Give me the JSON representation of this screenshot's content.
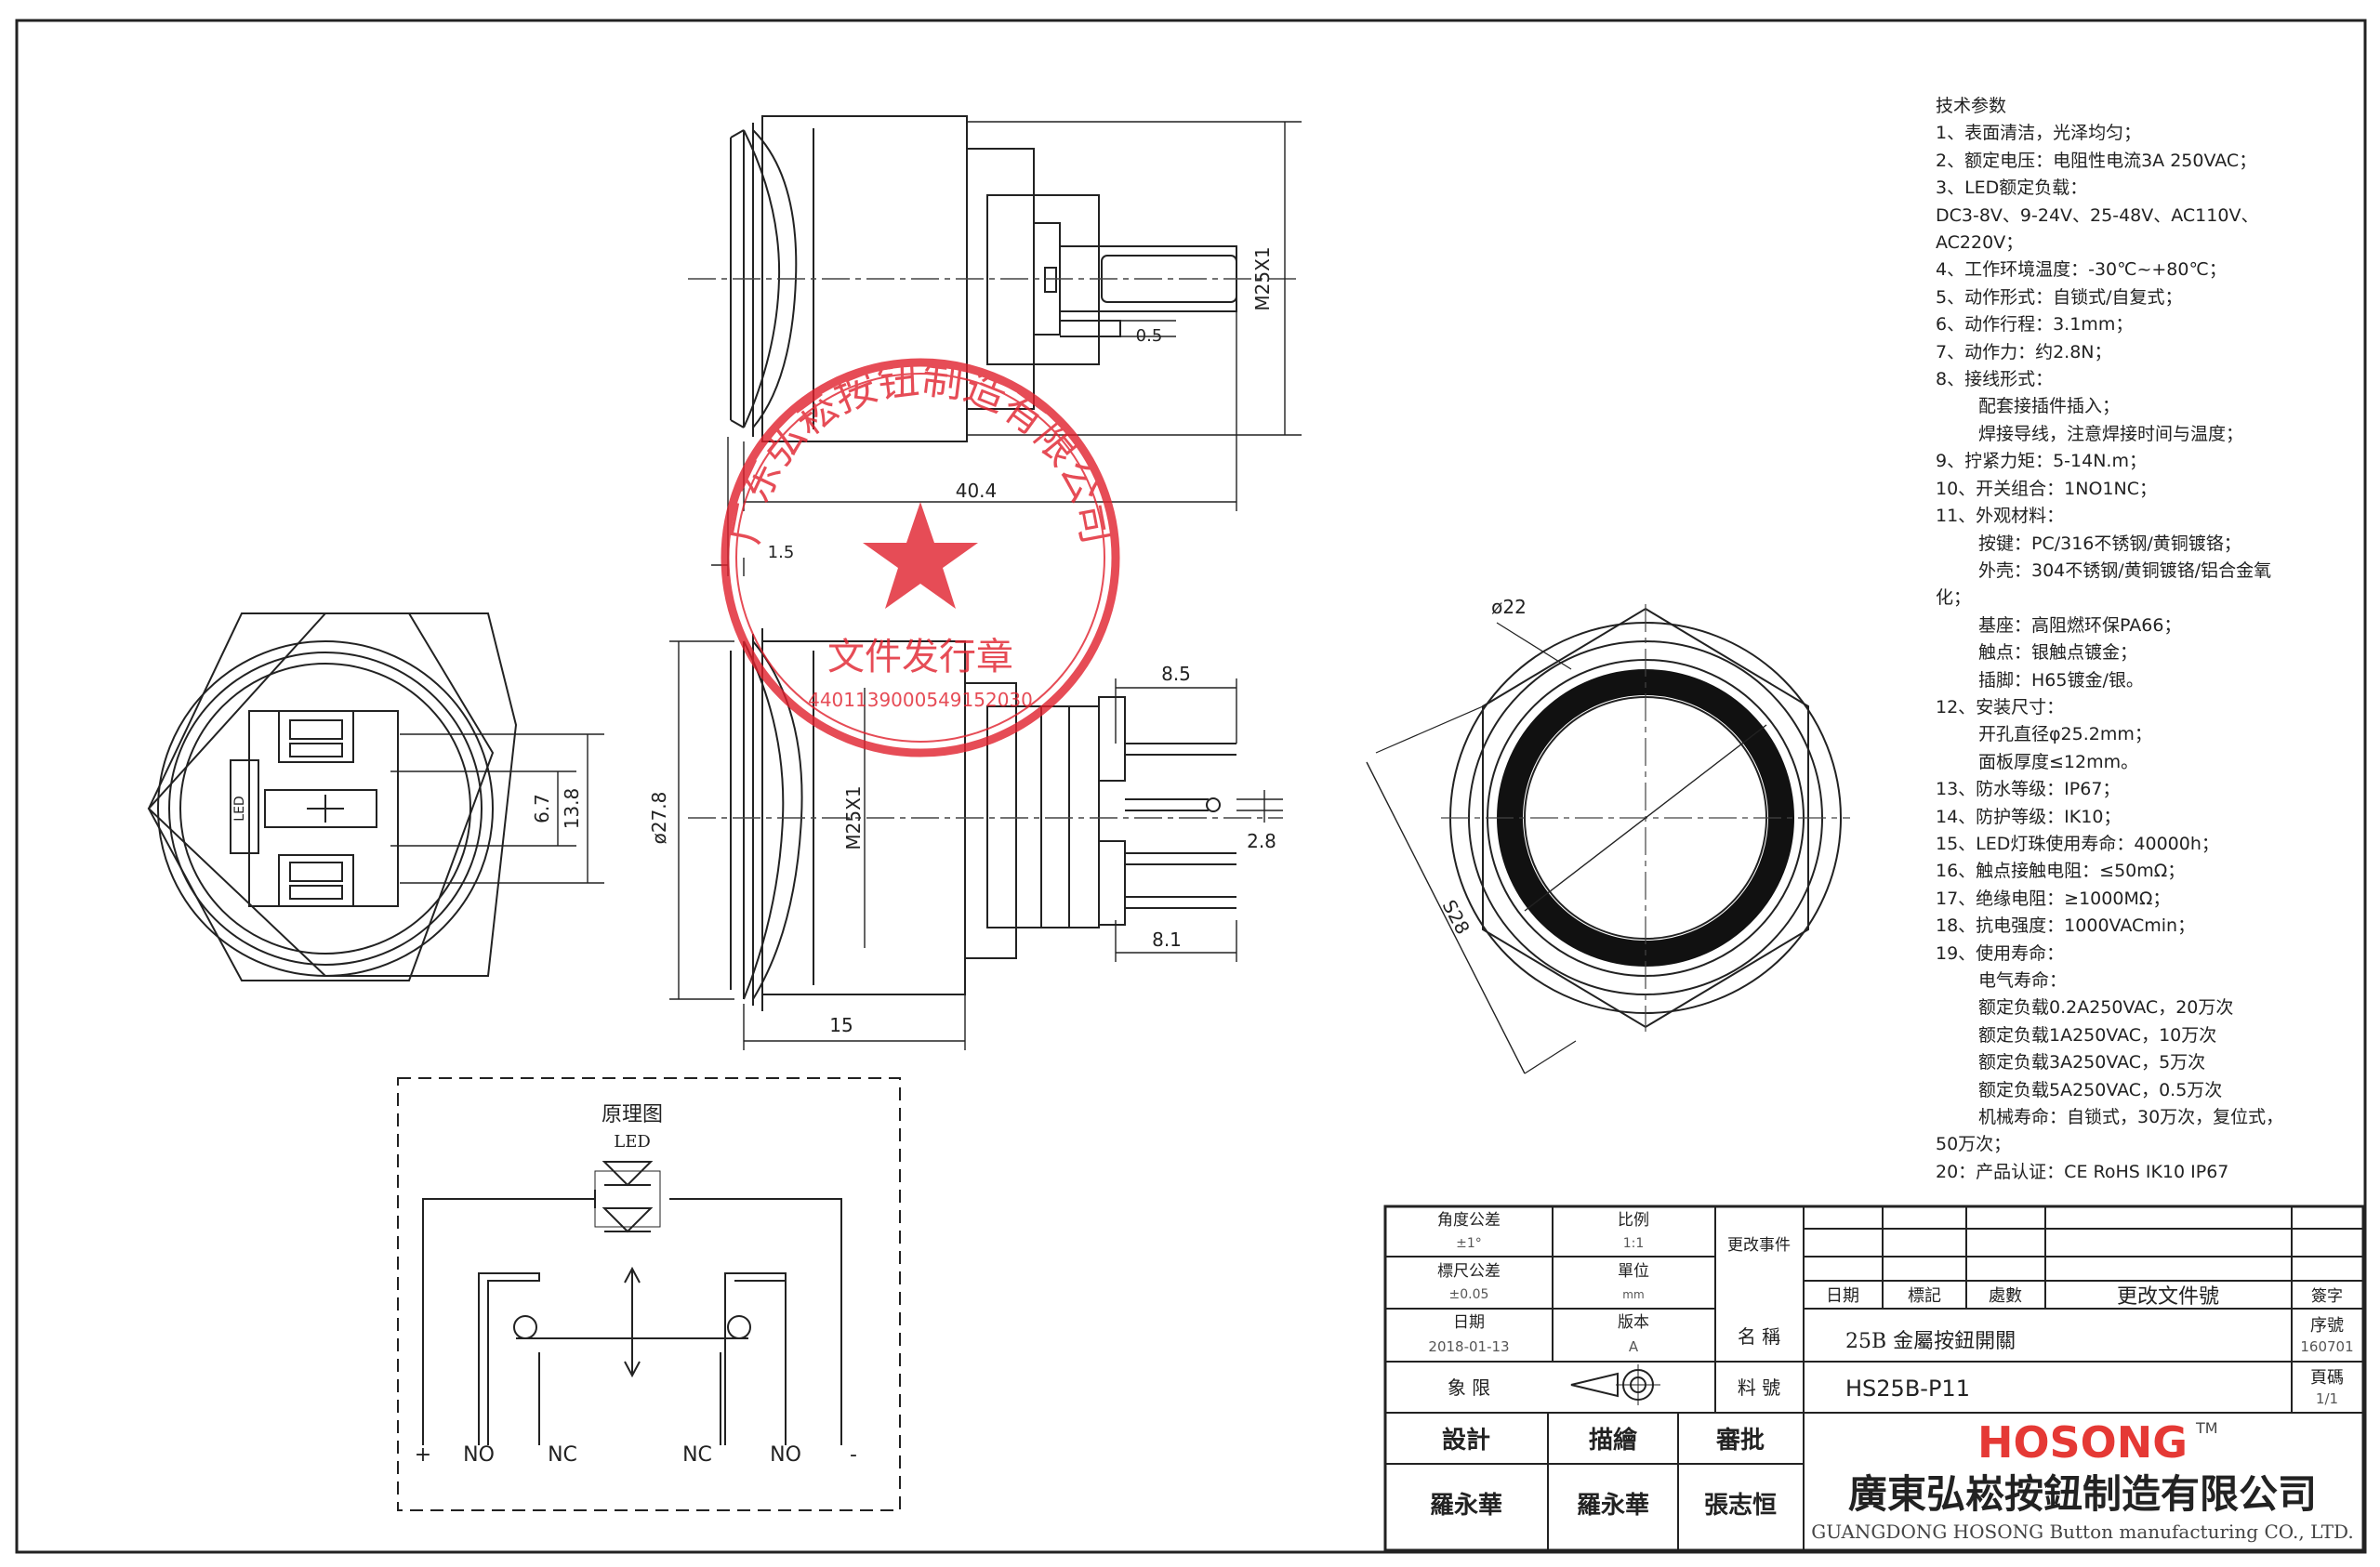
{
  "specs": {
    "title": "技术参数",
    "lines": [
      {
        "t": "1、表面清洁，光泽均匀；",
        "indent": false
      },
      {
        "t": "2、额定电压：电阻性电流3A 250VAC；",
        "indent": false
      },
      {
        "t": "3、LED额定负载：",
        "indent": false
      },
      {
        "t": "DC3-8V、9-24V、25-48V、AC110V、",
        "indent": false
      },
      {
        "t": "AC220V；",
        "indent": false
      },
      {
        "t": "4、工作环境温度：-30℃~+80℃；",
        "indent": false
      },
      {
        "t": "5、动作形式：自锁式/自复式；",
        "indent": false
      },
      {
        "t": "6、动作行程：3.1mm；",
        "indent": false
      },
      {
        "t": "7、动作力：约2.8N；",
        "indent": false
      },
      {
        "t": "8、接线形式：",
        "indent": false
      },
      {
        "t": "配套接插件插入；",
        "indent": true
      },
      {
        "t": "焊接导线，注意焊接时间与温度；",
        "indent": true
      },
      {
        "t": "9、拧紧力矩：5-14N.m；",
        "indent": false
      },
      {
        "t": "10、开关组合：1NO1NC；",
        "indent": false
      },
      {
        "t": "11、外观材料：",
        "indent": false
      },
      {
        "t": "按键：PC/316不锈钢/黄铜镀铬；",
        "indent": true
      },
      {
        "t": "外壳：304不锈钢/黄铜镀铬/铝合金氧",
        "indent": true
      },
      {
        "t": "化；",
        "indent": false
      },
      {
        "t": "基座：高阻燃环保PA66；",
        "indent": true
      },
      {
        "t": "触点：银触点镀金；",
        "indent": true
      },
      {
        "t": "插脚：H65镀金/银。",
        "indent": true
      },
      {
        "t": "12、安装尺寸：",
        "indent": false
      },
      {
        "t": "开孔直径φ25.2mm；",
        "indent": true
      },
      {
        "t": "面板厚度≤12mm。",
        "indent": true
      },
      {
        "t": "13、防水等级：IP67；",
        "indent": false
      },
      {
        "t": "14、防护等级：IK10；",
        "indent": false
      },
      {
        "t": "15、LED灯珠使用寿命：40000h；",
        "indent": false
      },
      {
        "t": "16、触点接触电阻：≤50mΩ；",
        "indent": false
      },
      {
        "t": "17、绝缘电阻：≥1000MΩ；",
        "indent": false
      },
      {
        "t": "18、抗电强度：1000VACmin；",
        "indent": false
      },
      {
        "t": "19、使用寿命：",
        "indent": false
      },
      {
        "t": "电气寿命：",
        "indent": true
      },
      {
        "t": "额定负载0.2A250VAC，20万次",
        "indent": true
      },
      {
        "t": "额定负载1A250VAC，10万次",
        "indent": true
      },
      {
        "t": "额定负载3A250VAC，5万次",
        "indent": true
      },
      {
        "t": "额定负载5A250VAC，0.5万次",
        "indent": true
      },
      {
        "t": "机械寿命：自锁式，30万次，复位式，",
        "indent": true
      },
      {
        "t": "50万次；",
        "indent": false
      },
      {
        "t": "20：产品认证：CE RoHS IK10 IP67",
        "indent": false
      }
    ]
  },
  "dims": {
    "m25_top": "M25X1",
    "pin_0_5": "0.5",
    "len_40_4": "40.4",
    "d_1_5": "1.5",
    "d_27_8": "ø27.8",
    "m25_mid": "M25X1",
    "d_8_5": "8.5",
    "d_2_8": "2.8",
    "d_8_1": "8.1",
    "d_15": "15",
    "d_6_7": "6.7",
    "d_13_8": "13.8",
    "d_22": "ø22",
    "s28": "S28"
  },
  "schematic": {
    "title": "原理图",
    "led": "LED",
    "plus": "+",
    "no_left": "NO",
    "nc_left": "NC",
    "nc_right": "NC",
    "no_right": "NO",
    "minus": "-"
  },
  "stamp": {
    "company_arc": "广东弘崧按钮制造有限公司",
    "dept": "文件发行章",
    "code": "4401139000549152030"
  },
  "title_block": {
    "angle_tol_label": "角度公差",
    "angle_tol_value": "±1°",
    "scale_label": "比例",
    "scale_value": "1:1",
    "change_label": "更改事件",
    "dim_tol_label": "標尺公差",
    "dim_tol_value": "±0.05",
    "unit_label": "單位",
    "unit_value": "mm",
    "date_label": "日期",
    "date_value": "2018-01-13",
    "version_label": "版本",
    "version_value": "A",
    "rev_date": "日期",
    "rev_mark": "標記",
    "rev_count": "處數",
    "rev_doc": "更改文件號",
    "rev_sign": "簽字",
    "name_label": "名 稱",
    "name_value": "25B 金屬按鈕開關",
    "serial_label": "序號",
    "serial_value": "160701",
    "quadrant_label": "象 限",
    "material_label": "料 號",
    "part_no": "HS25B-P11",
    "page_label": "頁碼",
    "page_value": "1/1",
    "design_label": "設計",
    "draw_label": "描繪",
    "review_label": "審批",
    "designer": "羅永華",
    "drawer": "羅永華",
    "reviewer": "張志恒",
    "brand": "HOSONG",
    "tm": "TM",
    "company_cn": "廣東弘崧按鈕制造有限公司",
    "company_en": "GUANGDONG HOSONG Button manufacturing CO., LTD."
  }
}
